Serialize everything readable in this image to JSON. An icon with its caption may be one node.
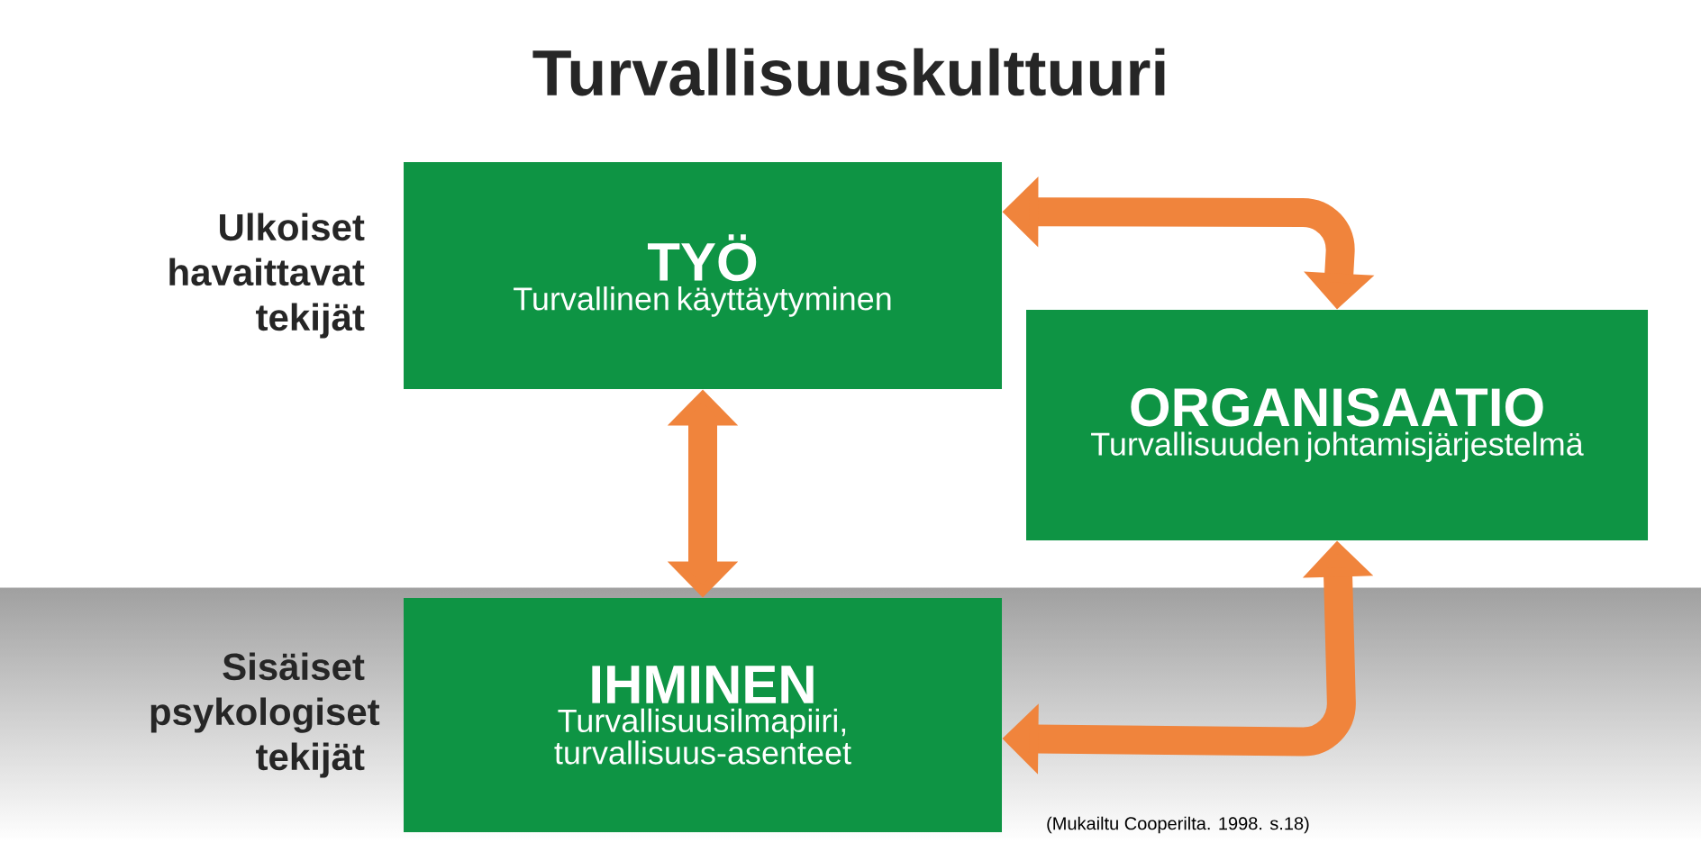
{
  "diagram": {
    "title": "Turvallisuuskulttuuri",
    "nodes": [
      {
        "text": [
          "TYÖ",
          "Turvallinen käyttäytyminen"
        ]
      },
      {
        "text": [
          "ORGANISAATIO",
          "Turvallisuuden johtamisjärjestelmä"
        ]
      },
      {
        "text": [
          "IHMINEN",
          "Turvallisuusilmapiiri, turvallisuus-asenteet"
        ]
      }
    ],
    "edges": [
      {
        "from": 0,
        "to": 2,
        "arrow": "both"
      },
      {
        "from": 0,
        "to": 1,
        "arrow": "both"
      },
      {
        "from": 1,
        "to": 2,
        "arrow": "both"
      }
    ],
    "labels": [
      "Ulkoiset havaittavat tekijät",
      "Sisäiset psykologiset tekijät",
      "(Mukailtu Cooperilta. 1998. s.18)"
    ]
  }
}
